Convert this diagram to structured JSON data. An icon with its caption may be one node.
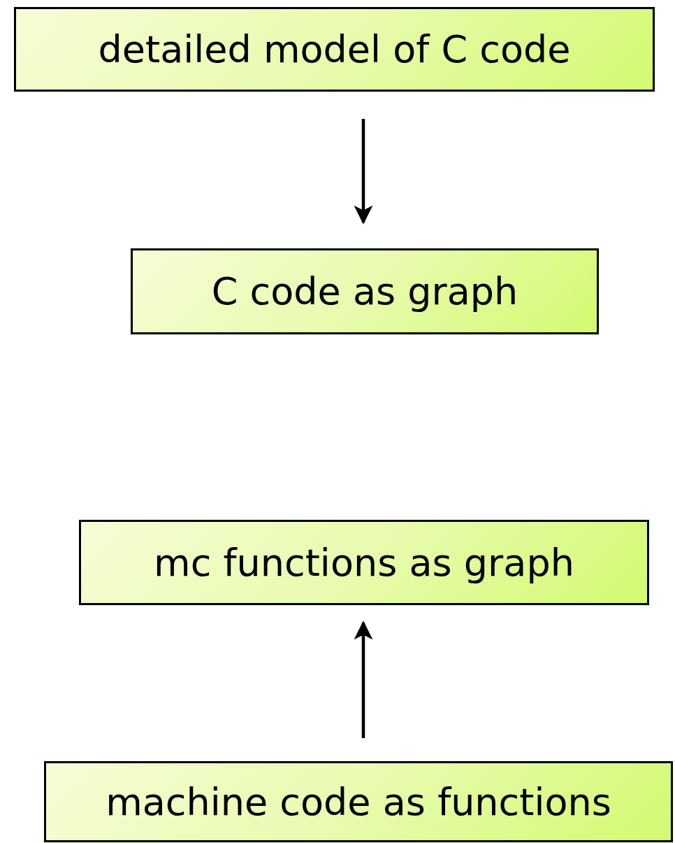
{
  "diagram": {
    "nodes": [
      {
        "text": [
          "detailed model of C code"
        ]
      },
      {
        "text": [
          "C code as graph"
        ]
      },
      {
        "text": [
          "mc functions as graph"
        ]
      },
      {
        "text": [
          "machine code as functions"
        ]
      }
    ],
    "edges": [
      {
        "from": 0,
        "to": 1,
        "arrow": "to"
      },
      {
        "from": 3,
        "to": 2,
        "arrow": "to"
      }
    ]
  }
}
